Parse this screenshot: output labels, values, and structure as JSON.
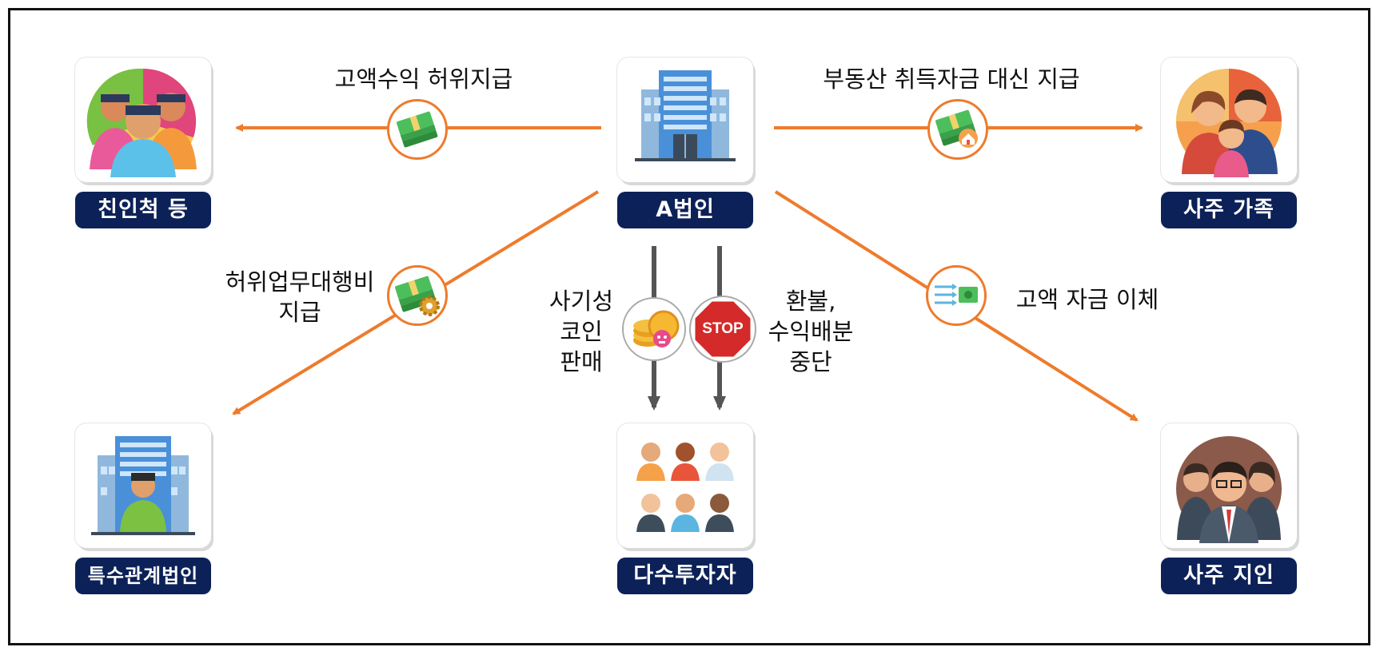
{
  "center": {
    "label": "A법인"
  },
  "nodes": {
    "relatives": {
      "label": "친인척 등"
    },
    "owner_family": {
      "label": "사주 가족"
    },
    "special_corp": {
      "label": "특수관계법인"
    },
    "investors": {
      "label": "다수투자자"
    },
    "owner_acquaintance": {
      "label": "사주 지인"
    }
  },
  "edges": {
    "to_relatives": "고액수익 허위지급",
    "to_owner_family": "부동산 취득자금 대신 지급",
    "to_special_corp": [
      "허위업무대행비",
      "지급"
    ],
    "to_owner_acquaintance": "고액 자금 이체",
    "to_investors_sale": [
      "사기성",
      "코인",
      "판매"
    ],
    "to_investors_stop": [
      "환불,",
      "수익배분",
      "중단"
    ]
  },
  "icons": {
    "center": "office-building-icon",
    "relatives": "people-group-icon",
    "owner_family": "family-icon",
    "special_corp": "building-person-icon",
    "investors": "crowd-icon",
    "owner_acquaintance": "businessmen-icon",
    "money": "cash-stack-icon",
    "money_house": "cash-house-icon",
    "money_gear": "cash-gear-icon",
    "transfer": "money-transfer-icon",
    "fraud_coin": "fraud-coin-icon",
    "stop": "stop-sign-icon"
  },
  "stop_sign_text": "STOP",
  "colors": {
    "arrow": "#ee7b2c",
    "label_bg": "#0c2157",
    "gray_arrow": "#555555"
  }
}
